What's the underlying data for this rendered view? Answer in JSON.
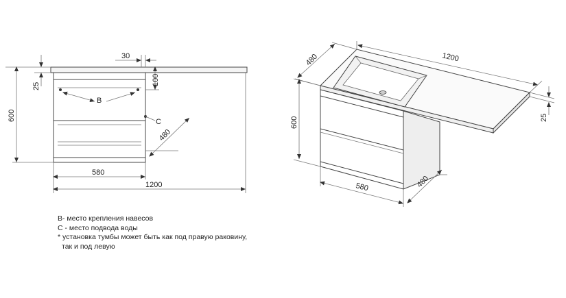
{
  "front_view": {
    "dim_width_total": "1200",
    "dim_width_cabinet": "580",
    "dim_height": "600",
    "dim_top_thickness": "25",
    "dim_top_offset": "30",
    "dim_offset_vertical": "100",
    "dim_depth": "480",
    "label_b": "B",
    "label_c": "C"
  },
  "iso_view": {
    "dim_length": "1200",
    "dim_depth_top": "480",
    "dim_height": "600",
    "dim_top_thickness": "25",
    "dim_width": "580",
    "dim_depth_bottom": "480"
  },
  "legend": {
    "line1": "B- место крепления навесов",
    "line2": "C - место подвода воды",
    "line3": "* установка тумбы может быть как под правую раковину,",
    "line4": "так и под левую"
  },
  "colors": {
    "line": "#444444",
    "fill_light": "#f2f2f2",
    "text": "#222222"
  }
}
